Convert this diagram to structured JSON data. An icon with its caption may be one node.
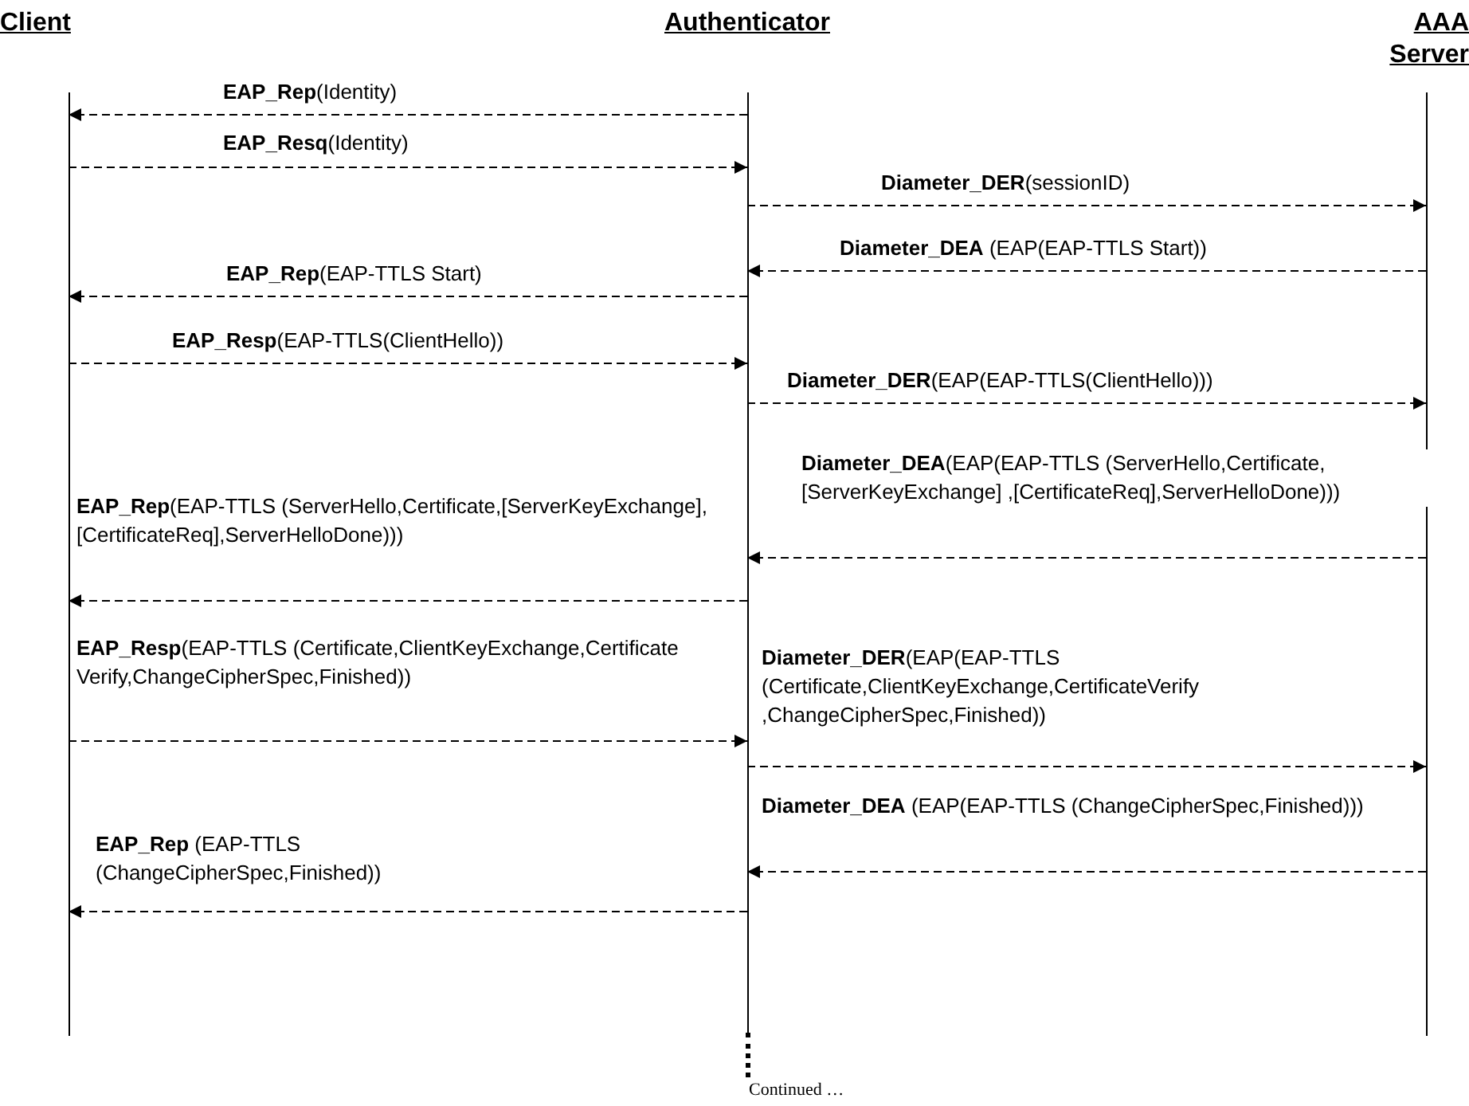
{
  "diagram": {
    "nodes": [
      {
        "text": [
          "Client"
        ]
      },
      {
        "text": [
          "Authenticator"
        ]
      },
      {
        "text": [
          "AAA Server"
        ]
      }
    ],
    "edges": [
      {
        "from": 1,
        "to": 0,
        "arrow": "to",
        "style": "dashed",
        "label": "**EAP_Rep**(Identity)"
      },
      {
        "from": 0,
        "to": 1,
        "arrow": "to",
        "style": "dashed",
        "label": "**EAP_Resq**(Identity)"
      },
      {
        "from": 1,
        "to": 2,
        "arrow": "to",
        "style": "dashed",
        "label": "**Diameter_DER**(sessionID)"
      },
      {
        "from": 2,
        "to": 1,
        "arrow": "to",
        "style": "dashed",
        "label": "**Diameter_DEA** (EAP(EAP-TTLS Start))"
      },
      {
        "from": 1,
        "to": 0,
        "arrow": "to",
        "style": "dashed",
        "label": "**EAP_Rep**(EAP-TTLS Start)"
      },
      {
        "from": 0,
        "to": 1,
        "arrow": "to",
        "style": "dashed",
        "label": "**EAP_Resp**(EAP-TTLS(ClientHello))"
      },
      {
        "from": 1,
        "to": 2,
        "arrow": "to",
        "style": "dashed",
        "label": "**Diameter_DER**(EAP(EAP-TTLS(ClientHello)))"
      },
      {
        "from": 2,
        "to": 1,
        "arrow": "to",
        "style": "dashed",
        "label": "**Diameter_DEA**(EAP(EAP-TTLS (ServerHello,Certificate,[ServerKeyExchange] ,[CertificateReq],ServerHelloDone)))"
      },
      {
        "from": 1,
        "to": 0,
        "arrow": "to",
        "style": "dashed",
        "label": "**EAP_Rep**(EAP-TTLS (ServerHello,Certificate,[ServerKeyExchange], [CertificateReq],ServerHelloDone)))"
      },
      {
        "from": 0,
        "to": 1,
        "arrow": "to",
        "style": "dashed",
        "label": "**EAP_Resp**(EAP-TTLS (Certificate,ClientKeyExchange,Certificate Verify,ChangeCipherSpec,Finished))"
      },
      {
        "from": 1,
        "to": 2,
        "arrow": "to",
        "style": "dashed",
        "label": "**Diameter_DER**(EAP(EAP-TTLS (Certificate,ClientKeyExchange,CertificateVerify ,ChangeCipherSpec,Finished))"
      },
      {
        "from": 2,
        "to": 1,
        "arrow": "to",
        "style": "dashed",
        "label": "**Diameter_DEA** (EAP(EAP-TTLS (ChangeCipherSpec,Finished)))"
      },
      {
        "from": 1,
        "to": 0,
        "arrow": "to",
        "style": "dashed",
        "label": "**EAP_Rep** (EAP-TTLS (ChangeCipherSpec,Finished))"
      }
    ],
    "labels": [
      "Continued …"
    ]
  }
}
